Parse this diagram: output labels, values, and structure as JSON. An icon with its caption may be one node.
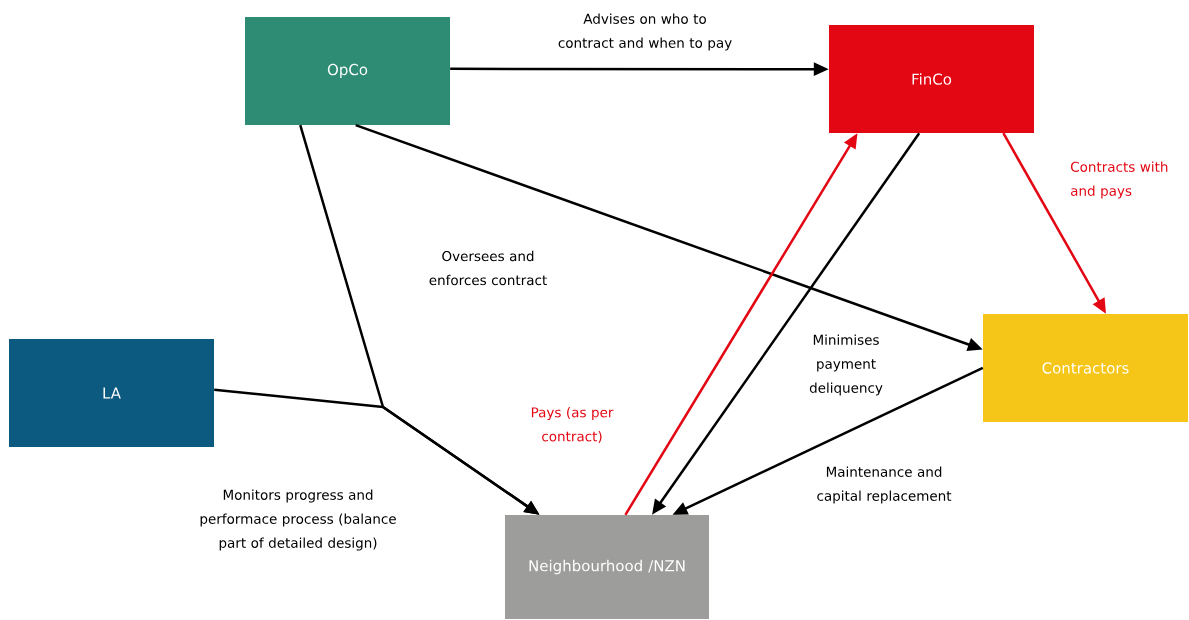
{
  "diagram": {
    "nodes": [
      {
        "text": [
          "OpCo"
        ]
      },
      {
        "text": [
          "FinCo"
        ]
      },
      {
        "text": [
          "LA"
        ]
      },
      {
        "text": [
          "Contractors"
        ]
      },
      {
        "text": [
          "Neighbourhood /NZN"
        ]
      }
    ],
    "edges": [
      {
        "from": 0,
        "to": 1,
        "arrow": "to",
        "label": "Advises on who to contract and when to pay"
      },
      {
        "from": 0,
        "to": 3,
        "arrow": "to",
        "label": "Oversees and enforces contract"
      },
      {
        "from": 0,
        "to": 4,
        "arrow": "to"
      },
      {
        "from": 2,
        "to": 4,
        "arrow": "to",
        "label": "Monitors progress and performace process (balance part of detailed design)"
      },
      {
        "from": 1,
        "to": 3,
        "arrow": "to",
        "label": "Contracts with and pays",
        "color": "#e30613"
      },
      {
        "from": 1,
        "to": 4,
        "arrow": "to",
        "label": "Minimises payment deliquency"
      },
      {
        "from": 4,
        "to": 1,
        "arrow": "to",
        "label": "Pays (as per contract)",
        "color": "#e30613"
      },
      {
        "from": 3,
        "to": 4,
        "arrow": "to",
        "label": "Maintenance and capital replacement"
      }
    ]
  }
}
